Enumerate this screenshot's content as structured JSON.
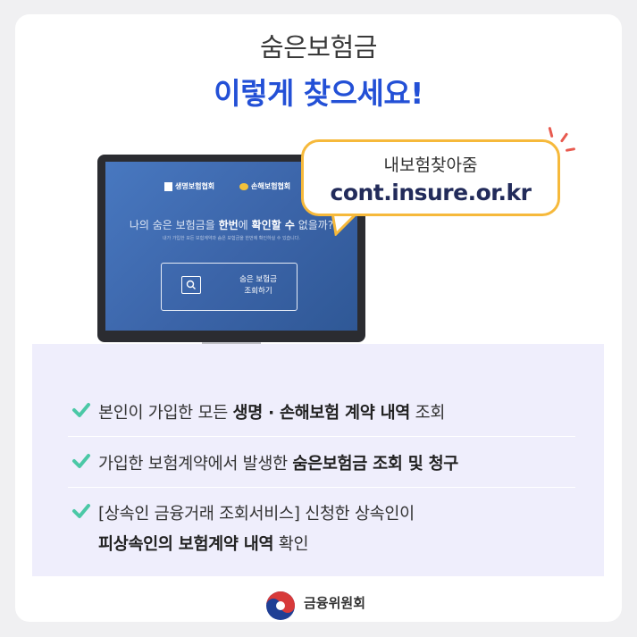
{
  "heading": {
    "line1": "숨은보험금",
    "line2": "이렇게 찾으세요!"
  },
  "screen": {
    "logo_left": "생명보험협회",
    "logo_right": "손해보험협회",
    "headline_pre": "나의 숨은 보험금을 ",
    "headline_b1": "한번",
    "headline_mid": "에 ",
    "headline_b2": "확인할 수",
    "headline_post": " 없을까?",
    "subtext": "내가 가입한 모든 보험계약과 숨은 보험금을 한번에 확인하실 수 있습니다.",
    "button_line1": "숨은 보험금",
    "button_line2": "조회하기"
  },
  "bubble": {
    "title": "내보험찾아줌",
    "url": "cont.insure.or.kr"
  },
  "list": {
    "item1_pre": "본인이 가입한 모든 ",
    "item1_bold": "생명 · 손해보험 계약 내역",
    "item1_post": " 조회",
    "item2_pre": "가입한 보험계약에서 발생한 ",
    "item2_bold": "숨은보험금 조회 및 청구",
    "item3_line1": "[상속인 금융거래 조회서비스] 신청한 상속인이",
    "item3_bold": "피상속인의 보험계약 내역",
    "item3_post": " 확인"
  },
  "footer": {
    "org": "금융위원회"
  },
  "colors": {
    "accent_blue": "#2350d6",
    "bubble_border": "#f6b93b",
    "check_green": "#4bc8a6",
    "panel_bg": "#efeefc"
  }
}
